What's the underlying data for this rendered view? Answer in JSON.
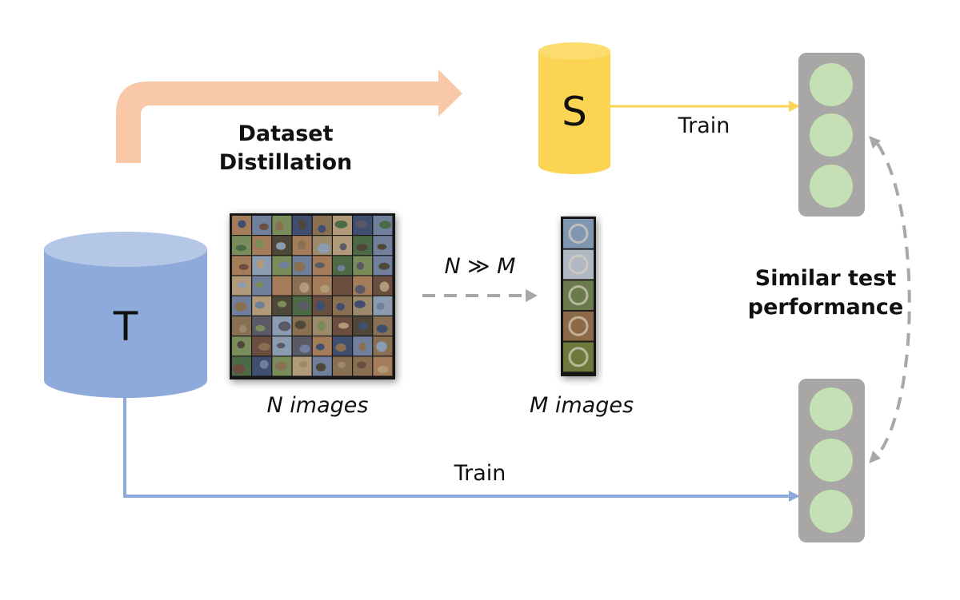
{
  "labels": {
    "dataset_distillation": [
      "Dataset",
      "Distillation"
    ],
    "synthetic_set": "S",
    "train_top": "Train",
    "original_set": "T",
    "relation": "N ≫ M",
    "n_images": "N images",
    "m_images": "M images",
    "similar_test": [
      "Similar test",
      "performance"
    ],
    "train_bottom": "Train"
  },
  "colors": {
    "distill_arrow": "#f8c8a8",
    "synthetic_set": "#fcd453",
    "synthetic_top": "#fcdc6c",
    "original_set": "#8eaadb",
    "original_top": "#b4c7e7",
    "train_top_arrow": "#fcd453",
    "train_bottom_arrow": "#8eaadb",
    "dashed": "#a8a8a8",
    "model_body": "#a9a6a6",
    "model_light": "#c5e0b4"
  },
  "thumbnail_palette": [
    "#6f7f9c",
    "#8a6f52",
    "#4e6a46",
    "#9c8a6a",
    "#5a5a66",
    "#a47b5a",
    "#3f4f6f",
    "#7a8c5a",
    "#b09a7a",
    "#6a5040",
    "#8c9cb0",
    "#504638"
  ],
  "synthetic_palette": [
    "#7f95b0",
    "#b0b8c4",
    "#6b7a4e",
    "#8c6a48",
    "#6e7a3e"
  ]
}
